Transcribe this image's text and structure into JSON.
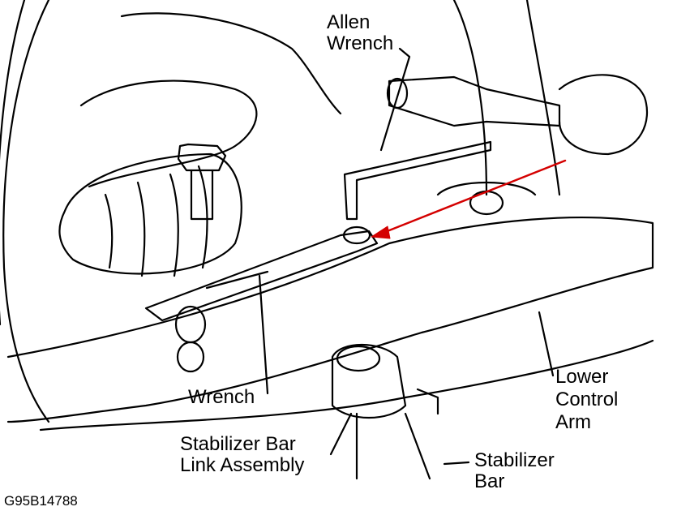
{
  "labels": {
    "allen_wrench_1": "Allen",
    "allen_wrench_2": "Wrench",
    "wrench": "Wrench",
    "stab_link_1": "Stabilizer Bar",
    "stab_link_2": "Link Assembly",
    "stab_bar_1": "Stabilizer",
    "stab_bar_2": "Bar",
    "lca_1": "Lower",
    "lca_2": "Control",
    "lca_3": "Arm"
  },
  "figure_code": "G95B14788",
  "colors": {
    "arrow": "#d40000",
    "line": "#000000"
  }
}
